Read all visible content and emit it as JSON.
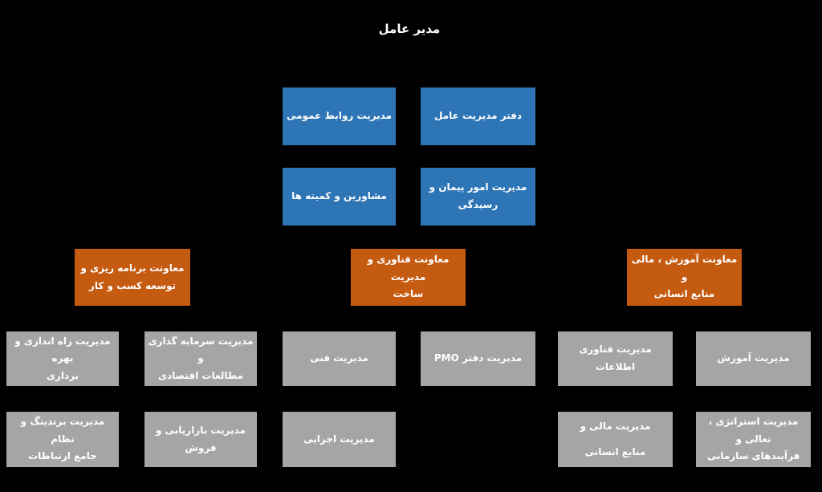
{
  "colors": {
    "background": "#000000",
    "blue": "#2E75B6",
    "orange": "#C55A11",
    "gray": "#A5A5A5",
    "text": "#FFFFFF"
  },
  "org": {
    "title": "مدیر عامل",
    "staff_offices": [
      {
        "label": "مدیریت روابط عمومی"
      },
      {
        "label": "دفتر مدیریت عامل"
      },
      {
        "label": "مشاورین و کمیته ها"
      },
      {
        "label": "مدیریت امور پیمان و\nرسیدگی"
      }
    ],
    "deputies": [
      {
        "label": "معاونت برنامه ریزی و\nتوسعه کسب و کار"
      },
      {
        "label": "معاونت فناوری و مدیریت\nساخت"
      },
      {
        "label": "معاونت آموزش ، مالی و\nمنابع انسانی"
      }
    ],
    "departments_row1": [
      {
        "label": "مدیریت راه اندازی و بهره\nبرداری"
      },
      {
        "label": "مدیریت سرمایه گذاری و\nمطالعات اقتصادی"
      },
      {
        "label": "مدیریت فنی"
      },
      {
        "label": "مدیریت دفتر PMO"
      },
      {
        "label": "مدیریت فناوری اطلاعات"
      },
      {
        "label": "مدیریت آموزش"
      }
    ],
    "departments_row2": [
      {
        "label": "مدیریت برندینگ و نظام\nجامع ارتباطات"
      },
      {
        "label": "مدیریت بازاریابی و فروش"
      },
      {
        "label": "مدیریت اجرایی"
      },
      {
        "label": "مدیریت مالی و\nمنابع انسانی"
      },
      {
        "label": "مدیریت استراتژی ، تعالی و\nفرآیندهای سازمانی"
      }
    ]
  }
}
